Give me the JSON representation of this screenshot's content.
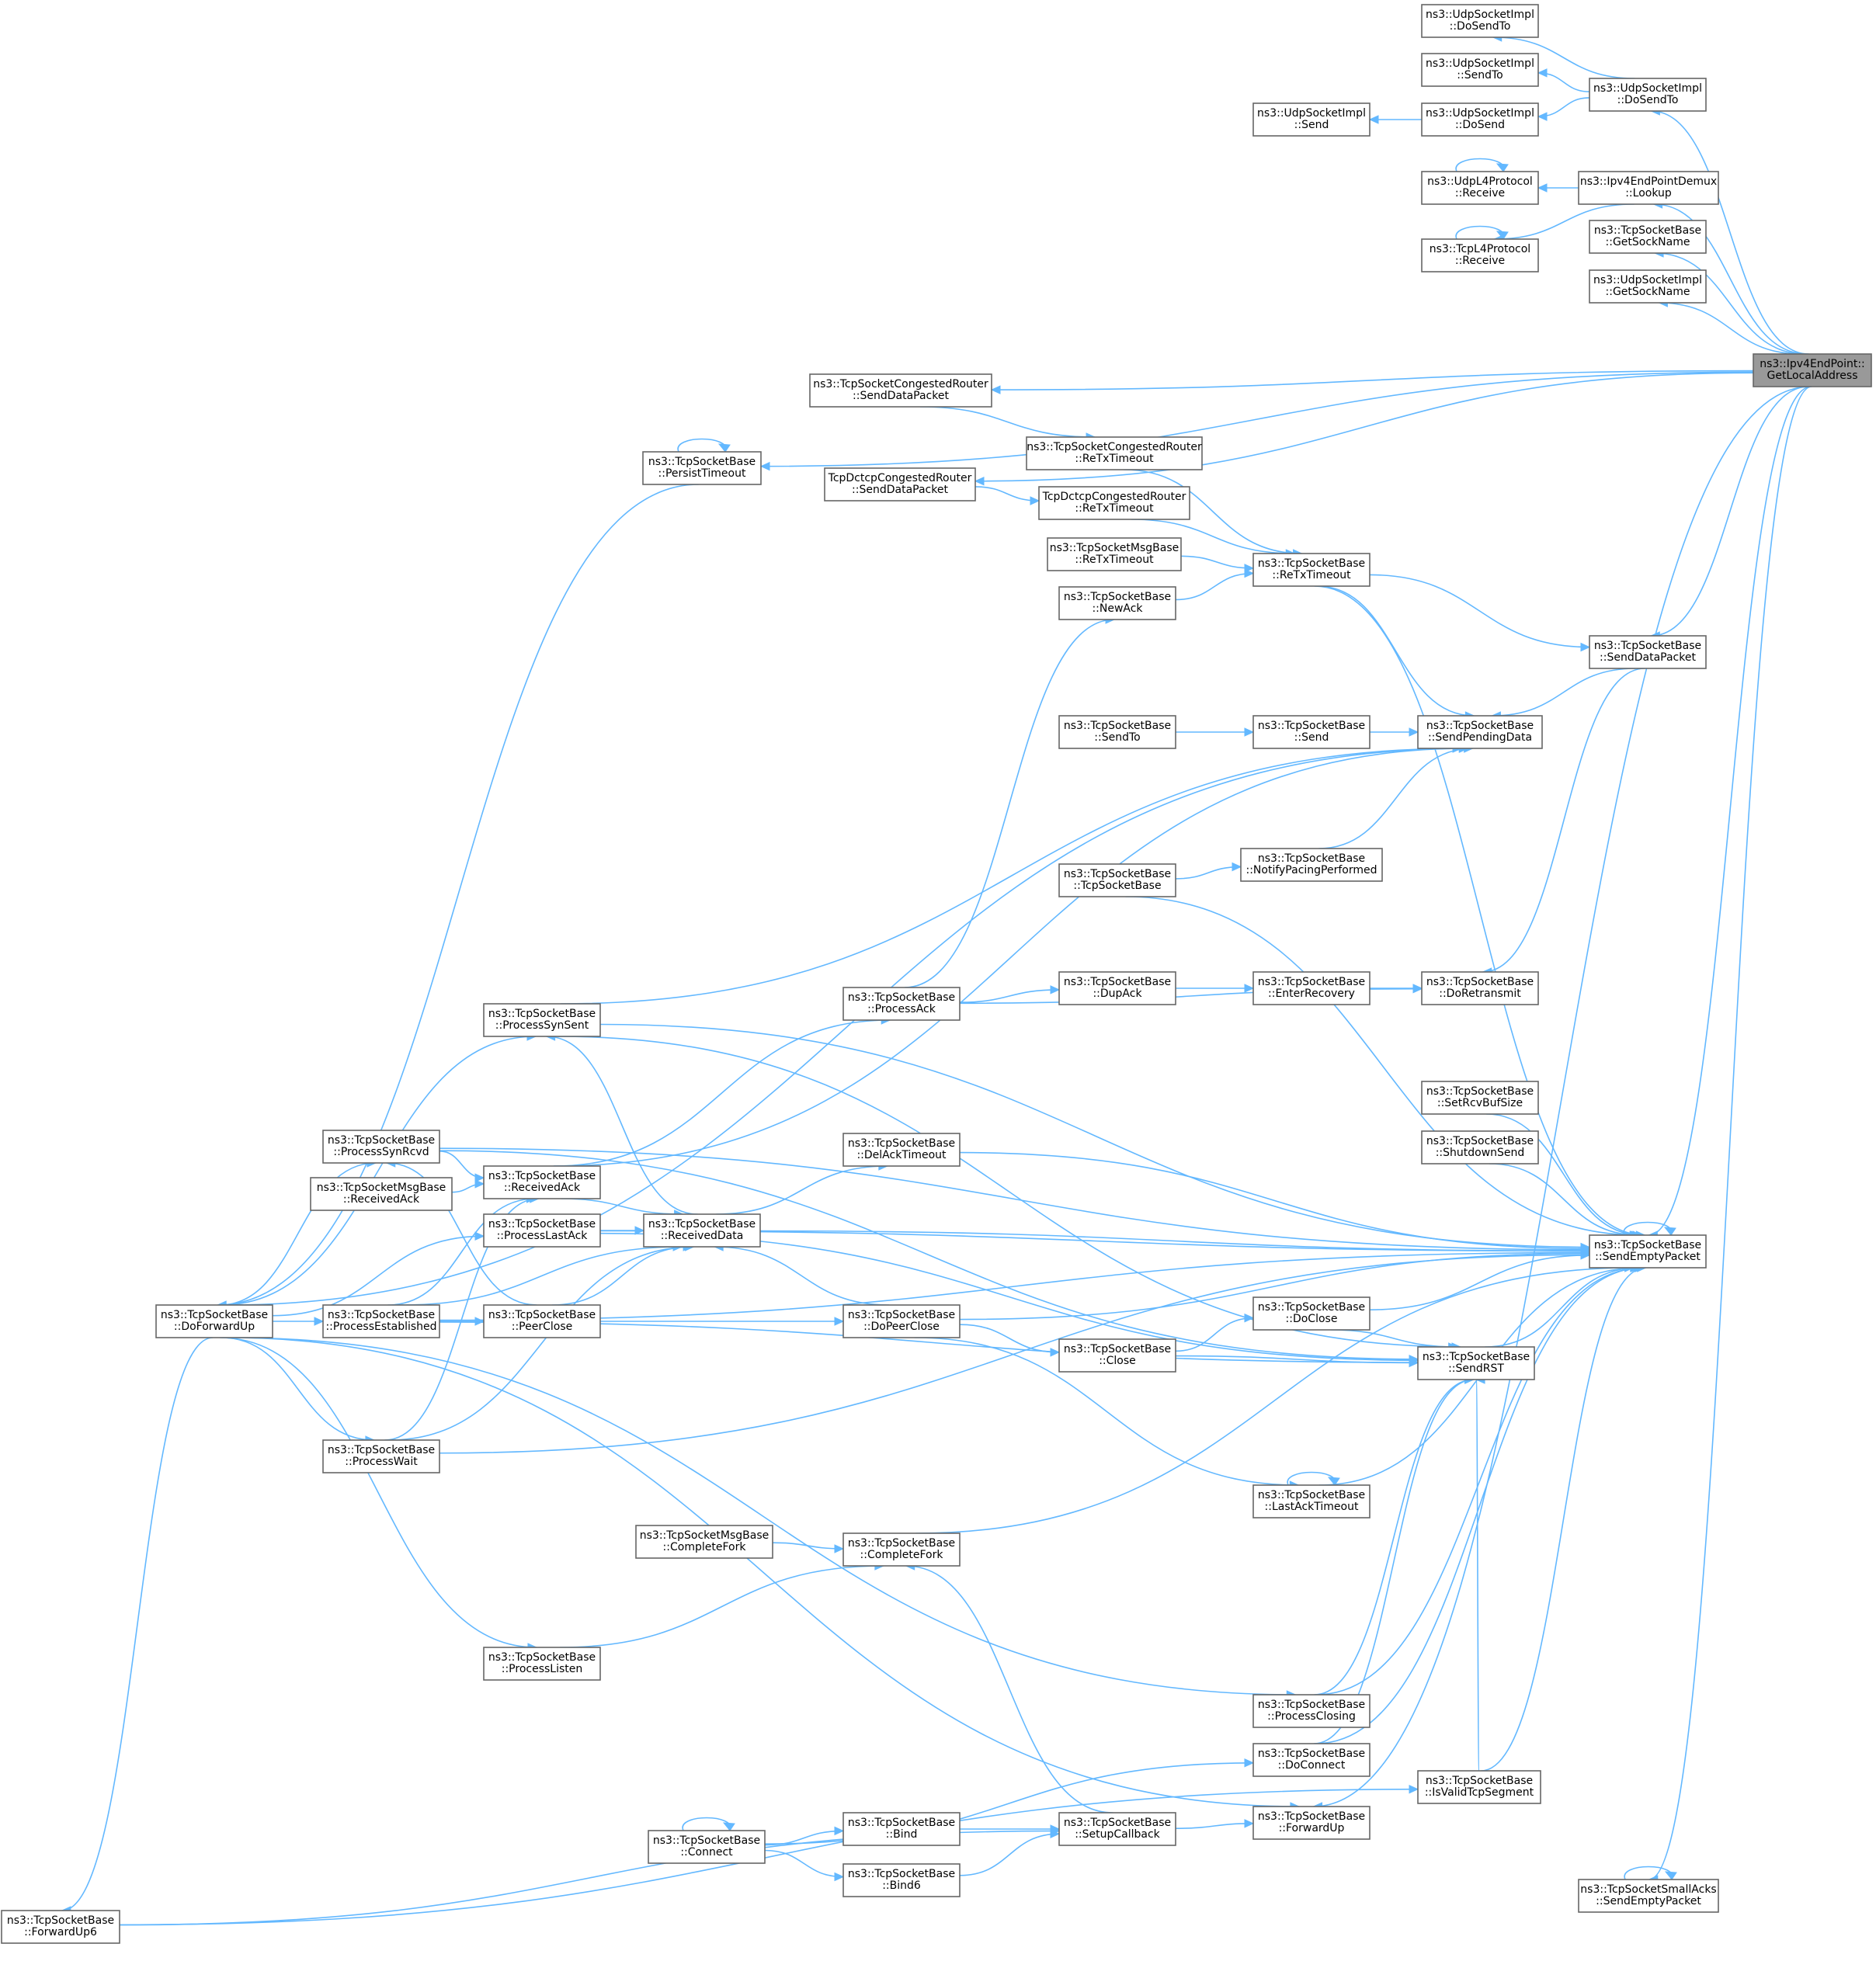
{
  "colors": {
    "edge": "#63b8ff",
    "node_border": "#666666",
    "focus_fill": "#999999",
    "background": "#ffffff"
  },
  "nodes": [
    {
      "id": "target",
      "lines": [
        "ns3::Ipv4EndPoint::",
        "GetLocalAddress"
      ],
      "focus": true
    },
    {
      "id": "udp_dosendto_a",
      "lines": [
        "ns3::UdpSocketImpl",
        "::DoSendTo"
      ]
    },
    {
      "id": "udp_sendto",
      "lines": [
        "ns3::UdpSocketImpl",
        "::SendTo"
      ]
    },
    {
      "id": "udp_dosend",
      "lines": [
        "ns3::UdpSocketImpl",
        "::DoSend"
      ]
    },
    {
      "id": "udp_send",
      "lines": [
        "ns3::UdpSocketImpl",
        "::Send"
      ]
    },
    {
      "id": "udp_dosendto_b",
      "lines": [
        "ns3::UdpSocketImpl",
        "::DoSendTo"
      ]
    },
    {
      "id": "udpl4_receive",
      "lines": [
        "ns3::UdpL4Protocol",
        "::Receive"
      ]
    },
    {
      "id": "tcpl4_receive",
      "lines": [
        "ns3::TcpL4Protocol",
        "::Receive"
      ]
    },
    {
      "id": "demux_lookup",
      "lines": [
        "ns3::Ipv4EndPointDemux",
        "::Lookup"
      ]
    },
    {
      "id": "tsb_getsockname",
      "lines": [
        "ns3::TcpSocketBase",
        "::GetSockName"
      ]
    },
    {
      "id": "udp_getsockname",
      "lines": [
        "ns3::UdpSocketImpl",
        "::GetSockName"
      ]
    },
    {
      "id": "cong_senddata",
      "lines": [
        "ns3::TcpSocketCongestedRouter",
        "::SendDataPacket"
      ]
    },
    {
      "id": "cong_retx",
      "lines": [
        "ns3::TcpSocketCongestedRouter",
        "::ReTxTimeout"
      ]
    },
    {
      "id": "dctcp_senddata",
      "lines": [
        "TcpDctcpCongestedRouter",
        "::SendDataPacket"
      ]
    },
    {
      "id": "dctcp_retx",
      "lines": [
        "TcpDctcpCongestedRouter",
        "::ReTxTimeout"
      ]
    },
    {
      "id": "persist",
      "lines": [
        "ns3::TcpSocketBase",
        "::PersistTimeout"
      ]
    },
    {
      "id": "msg_retx",
      "lines": [
        "ns3::TcpSocketMsgBase",
        "::ReTxTimeout"
      ]
    },
    {
      "id": "retx",
      "lines": [
        "ns3::TcpSocketBase",
        "::ReTxTimeout"
      ]
    },
    {
      "id": "newack",
      "lines": [
        "ns3::TcpSocketBase",
        "::NewAck"
      ]
    },
    {
      "id": "senddatapacket",
      "lines": [
        "ns3::TcpSocketBase",
        "::SendDataPacket"
      ]
    },
    {
      "id": "sendto",
      "lines": [
        "ns3::TcpSocketBase",
        "::SendTo"
      ]
    },
    {
      "id": "send",
      "lines": [
        "ns3::TcpSocketBase",
        "::Send"
      ]
    },
    {
      "id": "sendpending",
      "lines": [
        "ns3::TcpSocketBase",
        "::SendPendingData"
      ]
    },
    {
      "id": "ctor",
      "lines": [
        "ns3::TcpSocketBase",
        "::TcpSocketBase"
      ]
    },
    {
      "id": "pacing",
      "lines": [
        "ns3::TcpSocketBase",
        "::NotifyPacingPerformed"
      ]
    },
    {
      "id": "synsent",
      "lines": [
        "ns3::TcpSocketBase",
        "::ProcessSynSent"
      ]
    },
    {
      "id": "processack",
      "lines": [
        "ns3::TcpSocketBase",
        "::ProcessAck"
      ]
    },
    {
      "id": "dupack",
      "lines": [
        "ns3::TcpSocketBase",
        "::DupAck"
      ]
    },
    {
      "id": "enterrecovery",
      "lines": [
        "ns3::TcpSocketBase",
        "::EnterRecovery"
      ]
    },
    {
      "id": "doretransmit",
      "lines": [
        "ns3::TcpSocketBase",
        "::DoRetransmit"
      ]
    },
    {
      "id": "synrcvd",
      "lines": [
        "ns3::TcpSocketBase",
        "::ProcessSynRcvd"
      ]
    },
    {
      "id": "delack",
      "lines": [
        "ns3::TcpSocketBase",
        "::DelAckTimeout"
      ]
    },
    {
      "id": "setrcvbuf",
      "lines": [
        "ns3::TcpSocketBase",
        "::SetRcvBufSize"
      ]
    },
    {
      "id": "shutdownsend",
      "lines": [
        "ns3::TcpSocketBase",
        "::ShutdownSend"
      ]
    },
    {
      "id": "receivedack",
      "lines": [
        "ns3::TcpSocketBase",
        "::ReceivedAck"
      ]
    },
    {
      "id": "msg_receivedack",
      "lines": [
        "ns3::TcpSocketMsgBase",
        "::ReceivedAck"
      ]
    },
    {
      "id": "lastack",
      "lines": [
        "ns3::TcpSocketBase",
        "::ProcessLastAck"
      ]
    },
    {
      "id": "receiveddata",
      "lines": [
        "ns3::TcpSocketBase",
        "::ReceivedData"
      ]
    },
    {
      "id": "sendempty",
      "lines": [
        "ns3::TcpSocketBase",
        "::SendEmptyPacket"
      ]
    },
    {
      "id": "doforwardup",
      "lines": [
        "ns3::TcpSocketBase",
        "::DoForwardUp"
      ]
    },
    {
      "id": "established",
      "lines": [
        "ns3::TcpSocketBase",
        "::ProcessEstablished"
      ]
    },
    {
      "id": "peerclose",
      "lines": [
        "ns3::TcpSocketBase",
        "::PeerClose"
      ]
    },
    {
      "id": "dopeerclose",
      "lines": [
        "ns3::TcpSocketBase",
        "::DoPeerClose"
      ]
    },
    {
      "id": "doclose",
      "lines": [
        "ns3::TcpSocketBase",
        "::DoClose"
      ]
    },
    {
      "id": "close",
      "lines": [
        "ns3::TcpSocketBase",
        "::Close"
      ]
    },
    {
      "id": "sendrst",
      "lines": [
        "ns3::TcpSocketBase",
        "::SendRST"
      ]
    },
    {
      "id": "processwait",
      "lines": [
        "ns3::TcpSocketBase",
        "::ProcessWait"
      ]
    },
    {
      "id": "lastacktimeout",
      "lines": [
        "ns3::TcpSocketBase",
        "::LastAckTimeout"
      ]
    },
    {
      "id": "msg_completefork",
      "lines": [
        "ns3::TcpSocketMsgBase",
        "::CompleteFork"
      ]
    },
    {
      "id": "completefork",
      "lines": [
        "ns3::TcpSocketBase",
        "::CompleteFork"
      ]
    },
    {
      "id": "processlisten",
      "lines": [
        "ns3::TcpSocketBase",
        "::ProcessListen"
      ]
    },
    {
      "id": "processclosing",
      "lines": [
        "ns3::TcpSocketBase",
        "::ProcessClosing"
      ]
    },
    {
      "id": "doconnect",
      "lines": [
        "ns3::TcpSocketBase",
        "::DoConnect"
      ]
    },
    {
      "id": "isvalid",
      "lines": [
        "ns3::TcpSocketBase",
        "::IsValidTcpSegment"
      ]
    },
    {
      "id": "connect",
      "lines": [
        "ns3::TcpSocketBase",
        "::Connect"
      ]
    },
    {
      "id": "bind",
      "lines": [
        "ns3::TcpSocketBase",
        "::Bind"
      ]
    },
    {
      "id": "bind6",
      "lines": [
        "ns3::TcpSocketBase",
        "::Bind6"
      ]
    },
    {
      "id": "setupcallback",
      "lines": [
        "ns3::TcpSocketBase",
        "::SetupCallback"
      ]
    },
    {
      "id": "forwardup",
      "lines": [
        "ns3::TcpSocketBase",
        "::ForwardUp"
      ]
    },
    {
      "id": "forwardup6",
      "lines": [
        "ns3::TcpSocketBase",
        "::ForwardUp6"
      ]
    },
    {
      "id": "smallacks",
      "lines": [
        "ns3::TcpSocketSmallAcks",
        "::SendEmptyPacket"
      ]
    }
  ],
  "edges": [
    [
      "udp_dosendto_a",
      "udp_dosendto_b"
    ],
    [
      "udp_sendto",
      "udp_dosendto_b"
    ],
    [
      "udp_dosend",
      "udp_dosendto_b"
    ],
    [
      "udp_send",
      "udp_dosend"
    ],
    [
      "udp_dosendto_b",
      "target"
    ],
    [
      "udpl4_receive",
      "udpl4_receive"
    ],
    [
      "tcpl4_receive",
      "tcpl4_receive"
    ],
    [
      "udpl4_receive",
      "demux_lookup"
    ],
    [
      "tcpl4_receive",
      "demux_lookup"
    ],
    [
      "demux_lookup",
      "target"
    ],
    [
      "tsb_getsockname",
      "target"
    ],
    [
      "udp_getsockname",
      "target"
    ],
    [
      "persist",
      "target"
    ],
    [
      "cong_senddata",
      "target"
    ],
    [
      "dctcp_senddata",
      "target"
    ],
    [
      "senddatapacket",
      "target"
    ],
    [
      "sendempty",
      "target"
    ],
    [
      "forwardup",
      "target"
    ],
    [
      "smallacks",
      "target"
    ],
    [
      "persist",
      "persist"
    ],
    [
      "doforwardup",
      "persist"
    ],
    [
      "cong_retx",
      "cong_senddata"
    ],
    [
      "dctcp_retx",
      "dctcp_senddata"
    ],
    [
      "retx",
      "cong_retx"
    ],
    [
      "retx",
      "dctcp_retx"
    ],
    [
      "retx",
      "msg_retx"
    ],
    [
      "retx",
      "newack"
    ],
    [
      "newack",
      "processack"
    ],
    [
      "senddatapacket",
      "retx"
    ],
    [
      "sendpending",
      "senddatapacket"
    ],
    [
      "doretransmit",
      "senddatapacket"
    ],
    [
      "sendpending",
      "retx"
    ],
    [
      "send",
      "sendto"
    ],
    [
      "sendpending",
      "send"
    ],
    [
      "sendpending",
      "doforwardup"
    ],
    [
      "sendpending",
      "synsent"
    ],
    [
      "sendpending",
      "receivedack"
    ],
    [
      "sendpending",
      "pacing"
    ],
    [
      "pacing",
      "ctor"
    ],
    [
      "sendempty",
      "retx"
    ],
    [
      "sendempty",
      "synrcvd"
    ],
    [
      "sendempty",
      "ctor"
    ],
    [
      "sendempty",
      "synsent"
    ],
    [
      "sendempty",
      "lastack"
    ],
    [
      "sendempty",
      "setrcvbuf"
    ],
    [
      "sendempty",
      "shutdownsend"
    ],
    [
      "sendempty",
      "delack"
    ],
    [
      "sendempty",
      "receiveddata"
    ],
    [
      "sendempty",
      "dopeerclose"
    ],
    [
      "sendempty",
      "doclose"
    ],
    [
      "sendempty",
      "sendrst"
    ],
    [
      "sendempty",
      "lastacktimeout"
    ],
    [
      "sendempty",
      "established"
    ],
    [
      "sendempty",
      "completefork"
    ],
    [
      "sendempty",
      "processwait"
    ],
    [
      "sendempty",
      "processclosing"
    ],
    [
      "sendempty",
      "doconnect"
    ],
    [
      "sendempty",
      "isvalid"
    ],
    [
      "sendempty",
      "sendempty"
    ],
    [
      "dupack",
      "processack"
    ],
    [
      "enterrecovery",
      "dupack"
    ],
    [
      "doretransmit",
      "enterrecovery"
    ],
    [
      "doretransmit",
      "processack"
    ],
    [
      "processack",
      "receivedack"
    ],
    [
      "synsent",
      "doforwardup"
    ],
    [
      "synsent",
      "receiveddata"
    ],
    [
      "synrcvd",
      "doforwardup"
    ],
    [
      "synrcvd",
      "peerclose"
    ],
    [
      "receivedack",
      "synrcvd"
    ],
    [
      "receivedack",
      "msg_receivedack"
    ],
    [
      "receivedack",
      "established"
    ],
    [
      "receivedack",
      "processwait"
    ],
    [
      "delack",
      "receiveddata"
    ],
    [
      "receiveddata",
      "receivedack"
    ],
    [
      "receiveddata",
      "lastack"
    ],
    [
      "receiveddata",
      "established"
    ],
    [
      "receiveddata",
      "peerclose"
    ],
    [
      "receiveddata",
      "processwait"
    ],
    [
      "receiveddata",
      "dopeerclose"
    ],
    [
      "lastack",
      "doforwardup"
    ],
    [
      "established",
      "doforwardup"
    ],
    [
      "peerclose",
      "established"
    ],
    [
      "dopeerclose",
      "peerclose"
    ],
    [
      "doclose",
      "close"
    ],
    [
      "sendrst",
      "doclose"
    ],
    [
      "close",
      "dopeerclose"
    ],
    [
      "sendrst",
      "synsent"
    ],
    [
      "sendrst",
      "synrcvd"
    ],
    [
      "sendrst",
      "lastack"
    ],
    [
      "sendrst",
      "established"
    ],
    [
      "sendrst",
      "close"
    ],
    [
      "sendrst",
      "processclosing"
    ],
    [
      "sendrst",
      "doconnect"
    ],
    [
      "sendrst",
      "isvalid"
    ],
    [
      "processwait",
      "doforwardup"
    ],
    [
      "lastacktimeout",
      "lastacktimeout"
    ],
    [
      "lastacktimeout",
      "dopeerclose"
    ],
    [
      "completefork",
      "msg_completefork"
    ],
    [
      "completefork",
      "processlisten"
    ],
    [
      "completefork",
      "setupcallback"
    ],
    [
      "processlisten",
      "doforwardup"
    ],
    [
      "processclosing",
      "doforwardup"
    ],
    [
      "doconnect",
      "connect"
    ],
    [
      "isvalid",
      "forwardup6"
    ],
    [
      "connect",
      "connect"
    ],
    [
      "bind",
      "connect"
    ],
    [
      "bind6",
      "connect"
    ],
    [
      "setupcallback",
      "bind"
    ],
    [
      "setupcallback",
      "bind6"
    ],
    [
      "setupcallback",
      "forwardup6"
    ],
    [
      "forwardup",
      "setupcallback"
    ],
    [
      "forwardup",
      "doforwardup"
    ],
    [
      "forwardup6",
      "doforwardup"
    ],
    [
      "smallacks",
      "smallacks"
    ]
  ]
}
